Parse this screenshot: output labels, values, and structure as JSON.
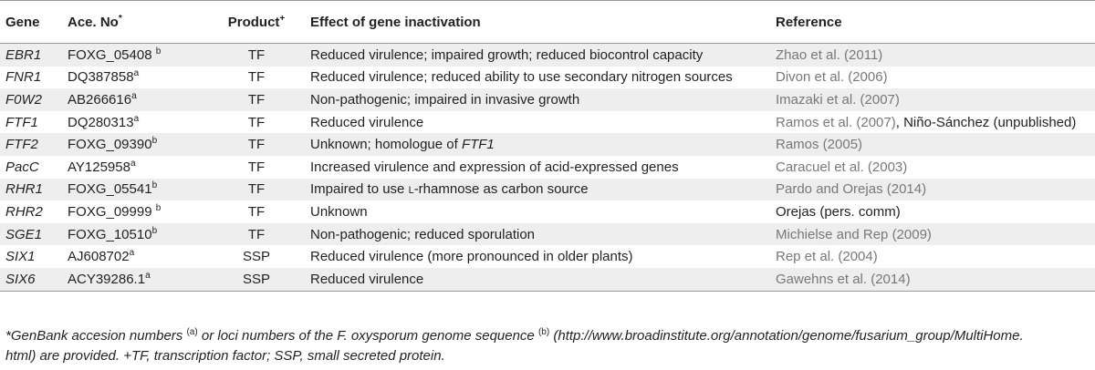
{
  "headers": {
    "gene": "Gene",
    "accession": "Ace. No",
    "accession_sup": "*",
    "product": "Product",
    "product_sup": "+",
    "effect": "Effect of gene inactivation",
    "reference": "Reference"
  },
  "rows": [
    {
      "gene": "EBR1",
      "acc": "FOXG_05408 ",
      "acc_sup": "b",
      "product": "TF",
      "effect_a": "Reduced virulence; impaired growth; reduced biocontrol capacity",
      "effect_italic": "",
      "effect_b": "",
      "ref": "Zhao et al. (2011)",
      "ref_extra": ""
    },
    {
      "gene": "FNR1",
      "acc": "DQ387858",
      "acc_sup": "a",
      "product": "TF",
      "effect_a": "Reduced virulence; reduced ability to use secondary nitrogen sources",
      "effect_italic": "",
      "effect_b": "",
      "ref": "Divon et al. (2006)",
      "ref_extra": ""
    },
    {
      "gene": "F0W2",
      "acc": "AB266616",
      "acc_sup": "a",
      "product": "TF",
      "effect_a": "Non-pathogenic; impaired in invasive growth",
      "effect_italic": "",
      "effect_b": "",
      "ref": "Imazaki et al. (2007)",
      "ref_extra": ""
    },
    {
      "gene": "FTF1",
      "acc": "DQ280313",
      "acc_sup": "a",
      "product": "TF",
      "effect_a": "Reduced virulence",
      "effect_italic": "",
      "effect_b": "",
      "ref": "Ramos et al. (2007)",
      "ref_extra": ", Niño-Sánchez (unpublished)"
    },
    {
      "gene": "FTF2",
      "acc": "FOXG_09390",
      "acc_sup": "b",
      "product": "TF",
      "effect_a": "Unknown; homologue of ",
      "effect_italic": "FTF1",
      "effect_b": "",
      "ref": "Ramos (2005)",
      "ref_extra": ""
    },
    {
      "gene": "PacC",
      "acc": "AY125958",
      "acc_sup": "a",
      "product": "TF",
      "effect_a": "Increased virulence and expression of acid-expressed genes",
      "effect_italic": "",
      "effect_b": "",
      "ref": "Caracuel et al. (2003)",
      "ref_extra": ""
    },
    {
      "gene": "RHR1",
      "acc": "FOXG_05541",
      "acc_sup": "b",
      "product": "TF",
      "effect_a": "Impaired to use ",
      "effect_italic": "",
      "effect_smallcaps": "l",
      "effect_b": "-rhamnose as carbon source",
      "ref": "Pardo and Orejas (2014)",
      "ref_extra": ""
    },
    {
      "gene": "RHR2",
      "acc": "FOXG_09999 ",
      "acc_sup": "b",
      "product": "TF",
      "effect_a": "Unknown",
      "effect_italic": "",
      "effect_b": "",
      "ref": "",
      "ref_extra": "Orejas (pers. comm)"
    },
    {
      "gene": "SGE1",
      "acc": "FOXG_10510",
      "acc_sup": "b",
      "product": "TF",
      "effect_a": "Non-pathogenic; reduced sporulation",
      "effect_italic": "",
      "effect_b": "",
      "ref": "Michielse and Rep (2009)",
      "ref_extra": ""
    },
    {
      "gene": "SIX1",
      "acc": "AJ608702",
      "acc_sup": "a",
      "product": "SSP",
      "effect_a": "Reduced virulence (more pronounced in older plants)",
      "effect_italic": "",
      "effect_b": "",
      "ref": "Rep et al. (2004)",
      "ref_extra": ""
    },
    {
      "gene": "SIX6",
      "acc": "ACY39286.1",
      "acc_sup": "a",
      "product": "SSP",
      "effect_a": "Reduced virulence",
      "effect_italic": "",
      "effect_b": "",
      "ref": "Gawehns et al. (2014)",
      "ref_extra": ""
    }
  ],
  "footnote": {
    "star": "*",
    "part1": "GenBank accesion numbers ",
    "sup_a": "(a)",
    "part2": " or loci numbers of the F. oxysporum genome sequence ",
    "sup_b": "(b)",
    "part3": " (http://www.broadinstitute.org/annotation/genome/fusarium_group/MultiHome.",
    "part4": "html) are provided. +TF, transcription factor; SSP, small secreted protein."
  }
}
